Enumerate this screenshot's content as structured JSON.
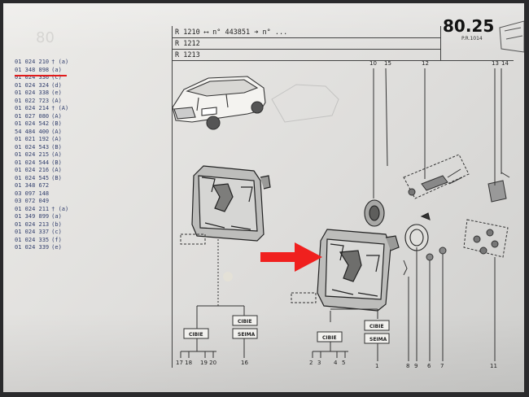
{
  "header": {
    "models": [
      {
        "code": "R 1210",
        "suffix": "n° 443851 ➜ n° ..."
      },
      {
        "code": "R 1212",
        "suffix": ""
      },
      {
        "code": "R 1213",
        "suffix": ""
      }
    ],
    "page_number": "80.25",
    "page_sub": "P.R.1014"
  },
  "part_list": [
    {
      "ref": "01 024 210",
      "mark": "† (a)"
    },
    {
      "ref": "01 348 898",
      "mark": "(a)"
    },
    {
      "ref": "01 024 336",
      "mark": "(c)"
    },
    {
      "ref": "01 024 324",
      "mark": "(d)"
    },
    {
      "ref": "01 024 338",
      "mark": "(e)"
    },
    {
      "ref": "01 022 723",
      "mark": "(A)"
    },
    {
      "ref": "01 024 214",
      "mark": "† (A)"
    },
    {
      "ref": "01 027 080",
      "mark": "(A)"
    },
    {
      "ref": "01 024 542",
      "mark": "(B)"
    },
    {
      "ref": "54 484 400",
      "mark": "(A)"
    },
    {
      "ref": "01 021 192",
      "mark": "(A)"
    },
    {
      "ref": "01 024 543",
      "mark": "(B)"
    },
    {
      "ref": "01 024 215",
      "mark": "(A)"
    },
    {
      "ref": "01 024 544",
      "mark": "(B)"
    },
    {
      "ref": "01 024 216",
      "mark": "(A)"
    },
    {
      "ref": "01 024 545",
      "mark": "(B)"
    },
    {
      "ref": "01 348 672",
      "mark": ""
    },
    {
      "ref": "03 097 148",
      "mark": ""
    },
    {
      "ref": "03 072 049",
      "mark": ""
    },
    {
      "ref": "01 024 211",
      "mark": "† (a)"
    },
    {
      "ref": "01 349 899",
      "mark": "(a)"
    },
    {
      "ref": "01 024 213",
      "mark": "(b)"
    },
    {
      "ref": "01 024 337",
      "mark": "(c)"
    },
    {
      "ref": "01 024 335",
      "mark": "(f)"
    },
    {
      "ref": "01 024 339",
      "mark": "(e)"
    }
  ],
  "callouts_top": [
    "10",
    "15",
    "12",
    "13",
    "14"
  ],
  "callouts_bottom_left": {
    "left": "17 18",
    "right": "19 20",
    "far": "16"
  },
  "callouts_bottom_right": [
    "2",
    "3",
    "4",
    "5",
    "1",
    "8",
    "9",
    "6",
    "7",
    "11"
  ],
  "brands": {
    "left": "CIBIE",
    "right": "SEIMA"
  },
  "colors": {
    "arrow": "#f0201e",
    "highlight": "#e11b1b",
    "ink": "#2b2b2b",
    "list_ink": "#33406e"
  }
}
